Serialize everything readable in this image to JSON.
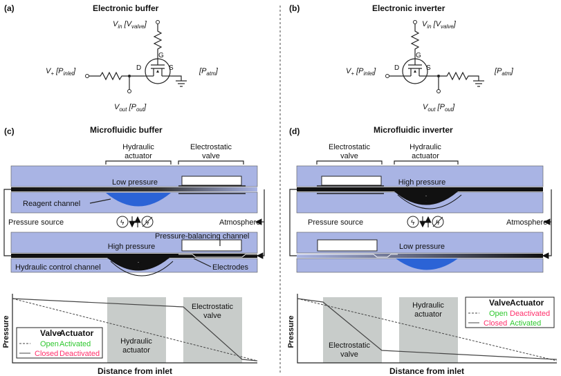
{
  "panels": {
    "a": {
      "tag": "(a)",
      "title": "Electronic buffer"
    },
    "b": {
      "tag": "(b)",
      "title": "Electronic inverter"
    },
    "c": {
      "tag": "(c)",
      "title": "Microfluidic buffer"
    },
    "d": {
      "tag": "(d)",
      "title": "Microfluidic inverter"
    }
  },
  "circuit": {
    "vin_prefix": "V",
    "vin_sub": "in",
    "vin_bracket_p": "V",
    "vin_bracket_sub": "valve",
    "vplus": "V",
    "vplus_sub": "+",
    "p_inlet": "P",
    "p_inlet_sub": "inlet",
    "vout": "V",
    "vout_sub": "out",
    "p_out": "P",
    "p_out_sub": "out",
    "p_atm": "P",
    "p_atm_sub": "atm",
    "gate": "G",
    "drain": "D",
    "source": "S"
  },
  "buffer": {
    "hydraulic_actuator": [
      "Hydraulic",
      "actuator"
    ],
    "electrostatic_valve": [
      "Electrostatic",
      "valve"
    ],
    "low_pressure": "Low pressure",
    "reagent_channel": "Reagent channel",
    "pressure_source": "Pressure source",
    "atmosphere": "Atmosphere",
    "pressure_balancing_channel": "Pressure-balancing channel",
    "high_pressure": "High pressure",
    "hydraulic_control_channel": "Hydraulic control channel",
    "electrodes": "Electrodes"
  },
  "inverter": {
    "electrostatic_valve": [
      "Electrostatic",
      "valve"
    ],
    "hydraulic_actuator": [
      "Hydraulic",
      "actuator"
    ],
    "high_pressure": "High pressure",
    "pressure_source": "Pressure source",
    "atmosphere": "Atmosphere",
    "low_pressure": "Low pressure"
  },
  "plot_c": {
    "ylabel": "Pressure",
    "xlabel": "Distance from inlet",
    "region1": [
      "Hydraulic",
      "actuator"
    ],
    "region2": [
      "Electrostatic",
      "valve"
    ],
    "legend": {
      "h1": "Valve",
      "h2": "Actuator",
      "r1a": "Open",
      "r1b": "Activated",
      "r2a": "Closed",
      "r2b": "Deactivated"
    }
  },
  "plot_d": {
    "ylabel": "Pressure",
    "xlabel": "Distance from inlet",
    "region1": [
      "Electrostatic",
      "valve"
    ],
    "region2": [
      "Hydraulic",
      "actuator"
    ],
    "legend": {
      "h1": "Valve",
      "h2": "Actuator",
      "r1a": "Open",
      "r1b": "Deactivated",
      "r2a": "Closed",
      "r2b": "Activated"
    }
  },
  "colors": {
    "board": "#a9b4e4",
    "fluid_blue": "#2b63d6",
    "shade": "#c8ccca",
    "open_green": "#2ec82e",
    "closed_pink": "#ff2d6a"
  }
}
